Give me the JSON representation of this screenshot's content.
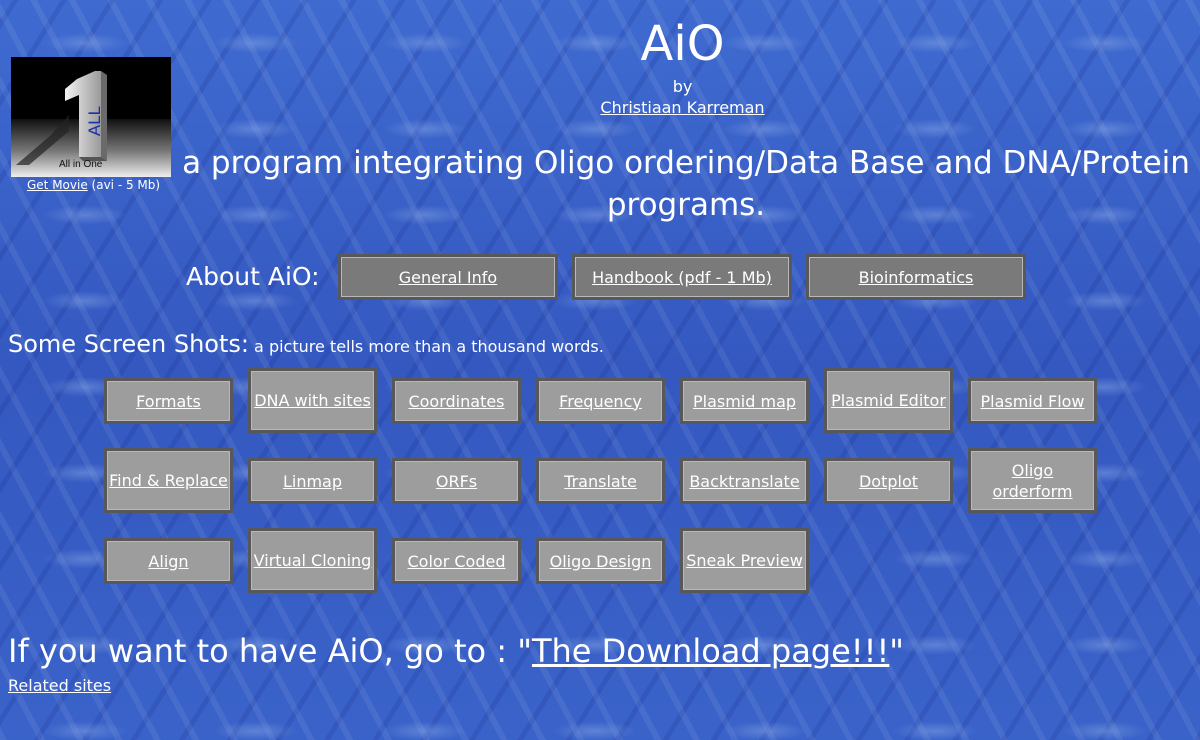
{
  "title": "AiO",
  "by": "by",
  "author": "Christiaan Karreman",
  "tagline": "a program integrating Oligo ordering/Data Base and DNA/Protein programs.",
  "logo": {
    "numeral": "1",
    "text": "ALL",
    "caption": "All in One"
  },
  "movie": {
    "link": "Get Movie",
    "note": " (avi - 5 Mb)"
  },
  "about": {
    "label": "About AiO:",
    "buttons": [
      "General Info",
      "Handbook (pdf - 1 Mb)",
      "Bioinformatics"
    ]
  },
  "screenshots": {
    "label": "Some Screen Shots:",
    "sublabel": " a picture tells more than a thousand words.",
    "buttons": [
      "Formats",
      "DNA with sites",
      "Coordinates",
      "Frequency",
      "Plasmid map",
      "Plasmid Editor",
      "Plasmid Flow",
      "Find & Replace",
      "Linmap",
      "ORFs",
      "Translate",
      "Backtranslate",
      "Dotplot",
      "Oligo orderform",
      "Align",
      "Virtual Cloning",
      "Color Coded",
      "Oligo Design",
      "Sneak Preview"
    ]
  },
  "download": {
    "prefix": "If you want to have AiO, go to : \"",
    "link": "The Download page!!!",
    "suffix": "\""
  },
  "related": "Related sites"
}
